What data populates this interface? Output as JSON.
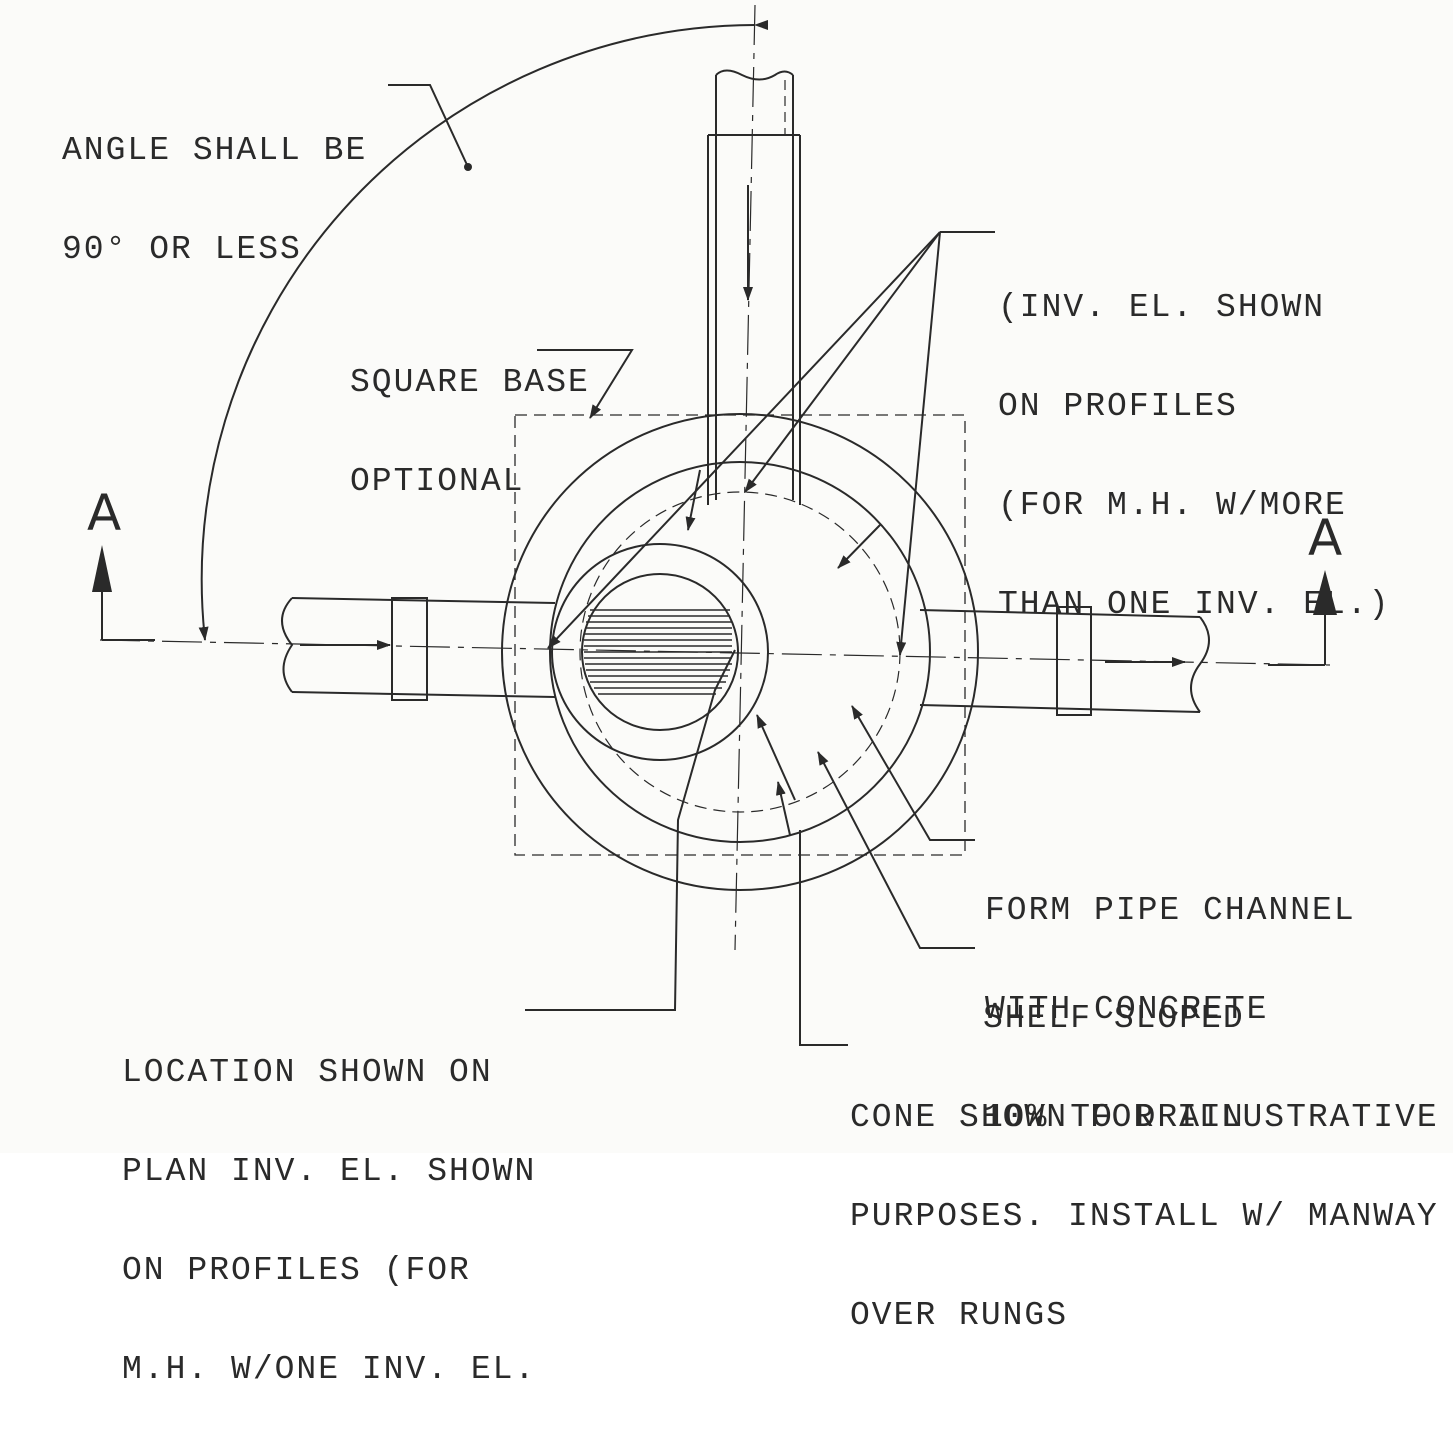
{
  "notes": {
    "angle": [
      "ANGLE SHALL BE",
      "90° OR LESS"
    ],
    "square_base": [
      "SQUARE BASE",
      "OPTIONAL"
    ],
    "inv_el_profiles": [
      "(INV. EL. SHOWN",
      "ON PROFILES",
      "(FOR M.H. W/MORE",
      "THAN ONE INV. EL.)"
    ],
    "form_channel": [
      "FORM PIPE CHANNEL",
      "WITH CONCRETE"
    ],
    "shelf_sloped": [
      "SHELF SLOPED",
      "10% TO DRAIN"
    ],
    "cone": [
      "CONE SHOWN FOR ILLUSTRATIVE",
      "PURPOSES. INSTALL W/ MANWAY",
      "OVER RUNGS"
    ],
    "location": [
      "LOCATION SHOWN ON",
      "PLAN INV. EL. SHOWN",
      "ON PROFILES (FOR",
      "M.H. W/ONE INV. EL."
    ]
  },
  "section_markers": {
    "left": "A",
    "right": "A"
  },
  "colors": {
    "ink": "#2a2a2a",
    "paper": "#fbfbf9"
  }
}
